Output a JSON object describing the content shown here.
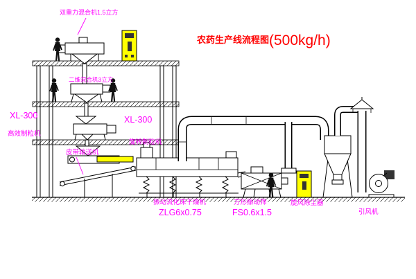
{
  "title": {
    "main": "农药生产线流程图",
    "capacity": "(500kg/h)"
  },
  "labels": {
    "top_mixer": "双重力混合机1.5立方",
    "mixer_2d": "二维混合机3立方",
    "granulator_left_model": "XL-300",
    "granulator_left_name": "高效制粒机",
    "granulator_mid_model": "XL-300",
    "granulator_mid_name": "旋转制粒机",
    "belt_conveyor": "皮带输送机",
    "dryer_name": "振动流化床干燥机",
    "dryer_model": "ZLG6x0.75",
    "screen_name": "方形振动筛",
    "screen_model": "FS0.6x1.5",
    "cyclone": "旋风除尘器",
    "fan": "引风机"
  },
  "colors": {
    "label": "#ff00ff",
    "title": "#ff0000",
    "line": "#000000",
    "panel": "#ffff00"
  }
}
